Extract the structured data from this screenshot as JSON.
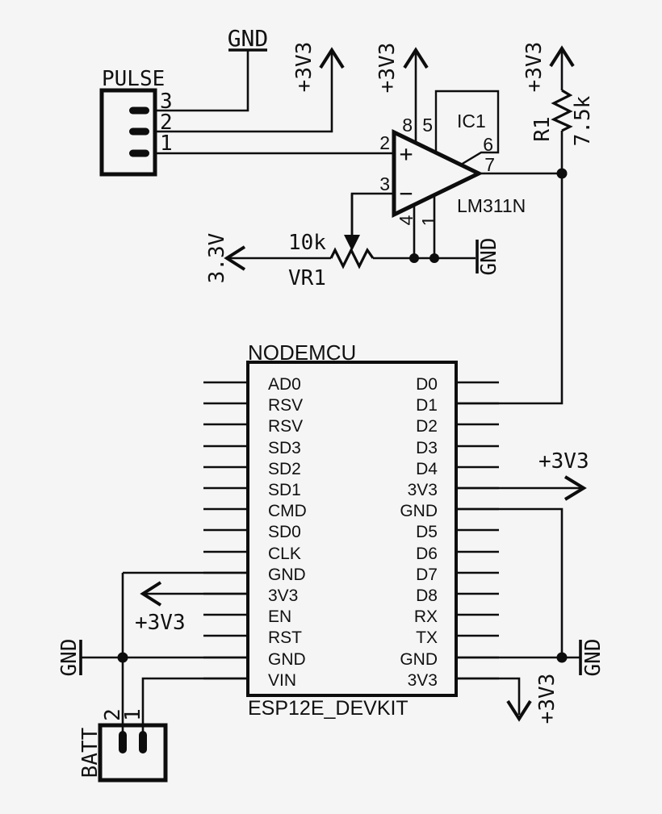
{
  "canvas": {
    "background": "#f5f5f6",
    "ink": "#0d0d0d"
  },
  "power": {
    "p3v3": "+3V3",
    "gnd": "GND",
    "v33": "3.3V"
  },
  "pulse": {
    "label": "PULSE",
    "pins": [
      "3",
      "2",
      "1"
    ]
  },
  "batt": {
    "label": "BATT",
    "pins": [
      "2",
      "1"
    ]
  },
  "comparator": {
    "ref": "IC1",
    "part": "LM311N",
    "plus": "+",
    "minus": "−",
    "pins": {
      "in_p": "2",
      "in_n": "3",
      "vplus": "8",
      "bal": "5",
      "balstr": "6",
      "out": "7",
      "gnd": "4",
      "emit": "1"
    }
  },
  "resistor": {
    "ref": "R1",
    "value": "7.5k"
  },
  "potentiometer": {
    "ref": "VR1",
    "value": "10k"
  },
  "nodemcu": {
    "title": "NODEMCU",
    "subtitle": "ESP12E_DEVKIT",
    "left_pins": [
      "AD0",
      "RSV",
      "RSV",
      "SD3",
      "SD2",
      "SD1",
      "CMD",
      "SD0",
      "CLK",
      "GND",
      "3V3",
      "EN",
      "RST",
      "GND",
      "VIN"
    ],
    "right_pins": [
      "D0",
      "D1",
      "D2",
      "D3",
      "D4",
      "3V3",
      "GND",
      "D5",
      "D6",
      "D7",
      "D8",
      "RX",
      "TX",
      "GND",
      "3V3"
    ]
  }
}
